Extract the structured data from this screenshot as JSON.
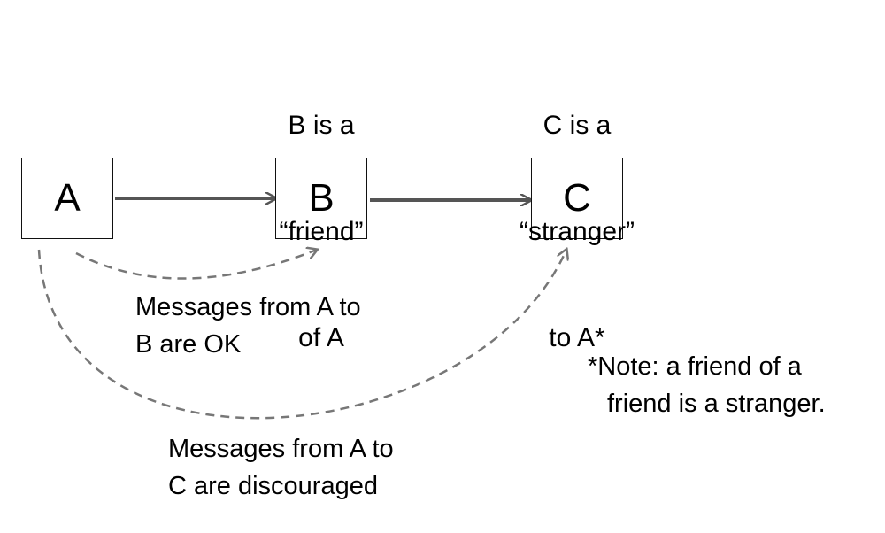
{
  "nodes": {
    "a": "A",
    "b": "B",
    "c": "C"
  },
  "captions": {
    "b": [
      "B is a",
      "“friend”",
      "of A"
    ],
    "c": [
      "C is a",
      "“stranger”",
      "to A*"
    ]
  },
  "messages": {
    "ab": [
      "Messages from A to",
      "B are OK"
    ],
    "ac": [
      "Messages from A to",
      "C are discouraged"
    ]
  },
  "note": [
    "*Note: a friend of a",
    "friend is a stranger."
  ],
  "colors": {
    "solid_arrow": "#555555",
    "dashed_arrow": "#777777"
  }
}
